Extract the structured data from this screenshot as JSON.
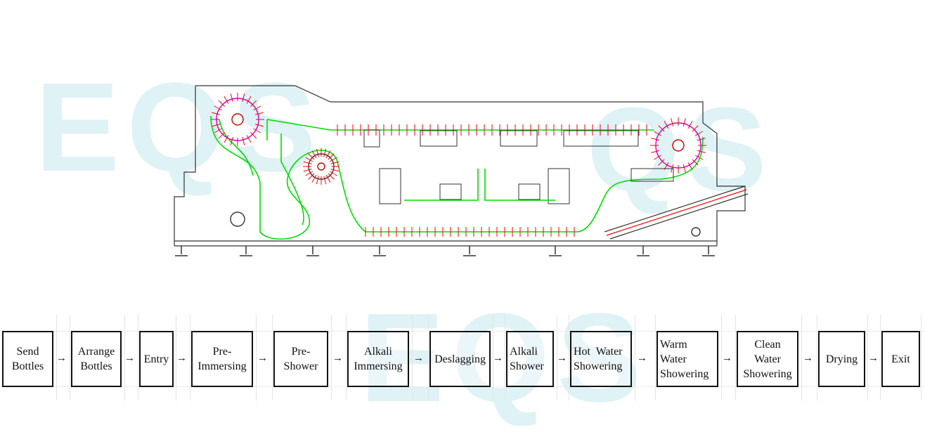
{
  "watermark": "EQS",
  "colors": {
    "chain": "#00dd00",
    "tick": "#ff0000",
    "wheel": "#cc00cc",
    "frame": "#333333",
    "watermark": "#dff2f6",
    "accent": "#00bbee"
  },
  "process": {
    "arrow": "→",
    "steps": [
      {
        "label": "Send\nBottles"
      },
      {
        "label": "Arrange\nBottles"
      },
      {
        "label": "Entry"
      },
      {
        "label": "Pre-\nImmersing"
      },
      {
        "label": "Pre-\nShower"
      },
      {
        "label": "Alkali\nImmersing"
      },
      {
        "label": "Deslagging"
      },
      {
        "label": "Alkali\nShower"
      },
      {
        "label": "Hot  Water\nShowering"
      },
      {
        "label": "Warm\nWater\nShowering"
      },
      {
        "label": "Clean\nWater\nShowering"
      },
      {
        "label": "Drying"
      },
      {
        "label": "Exit"
      }
    ]
  }
}
